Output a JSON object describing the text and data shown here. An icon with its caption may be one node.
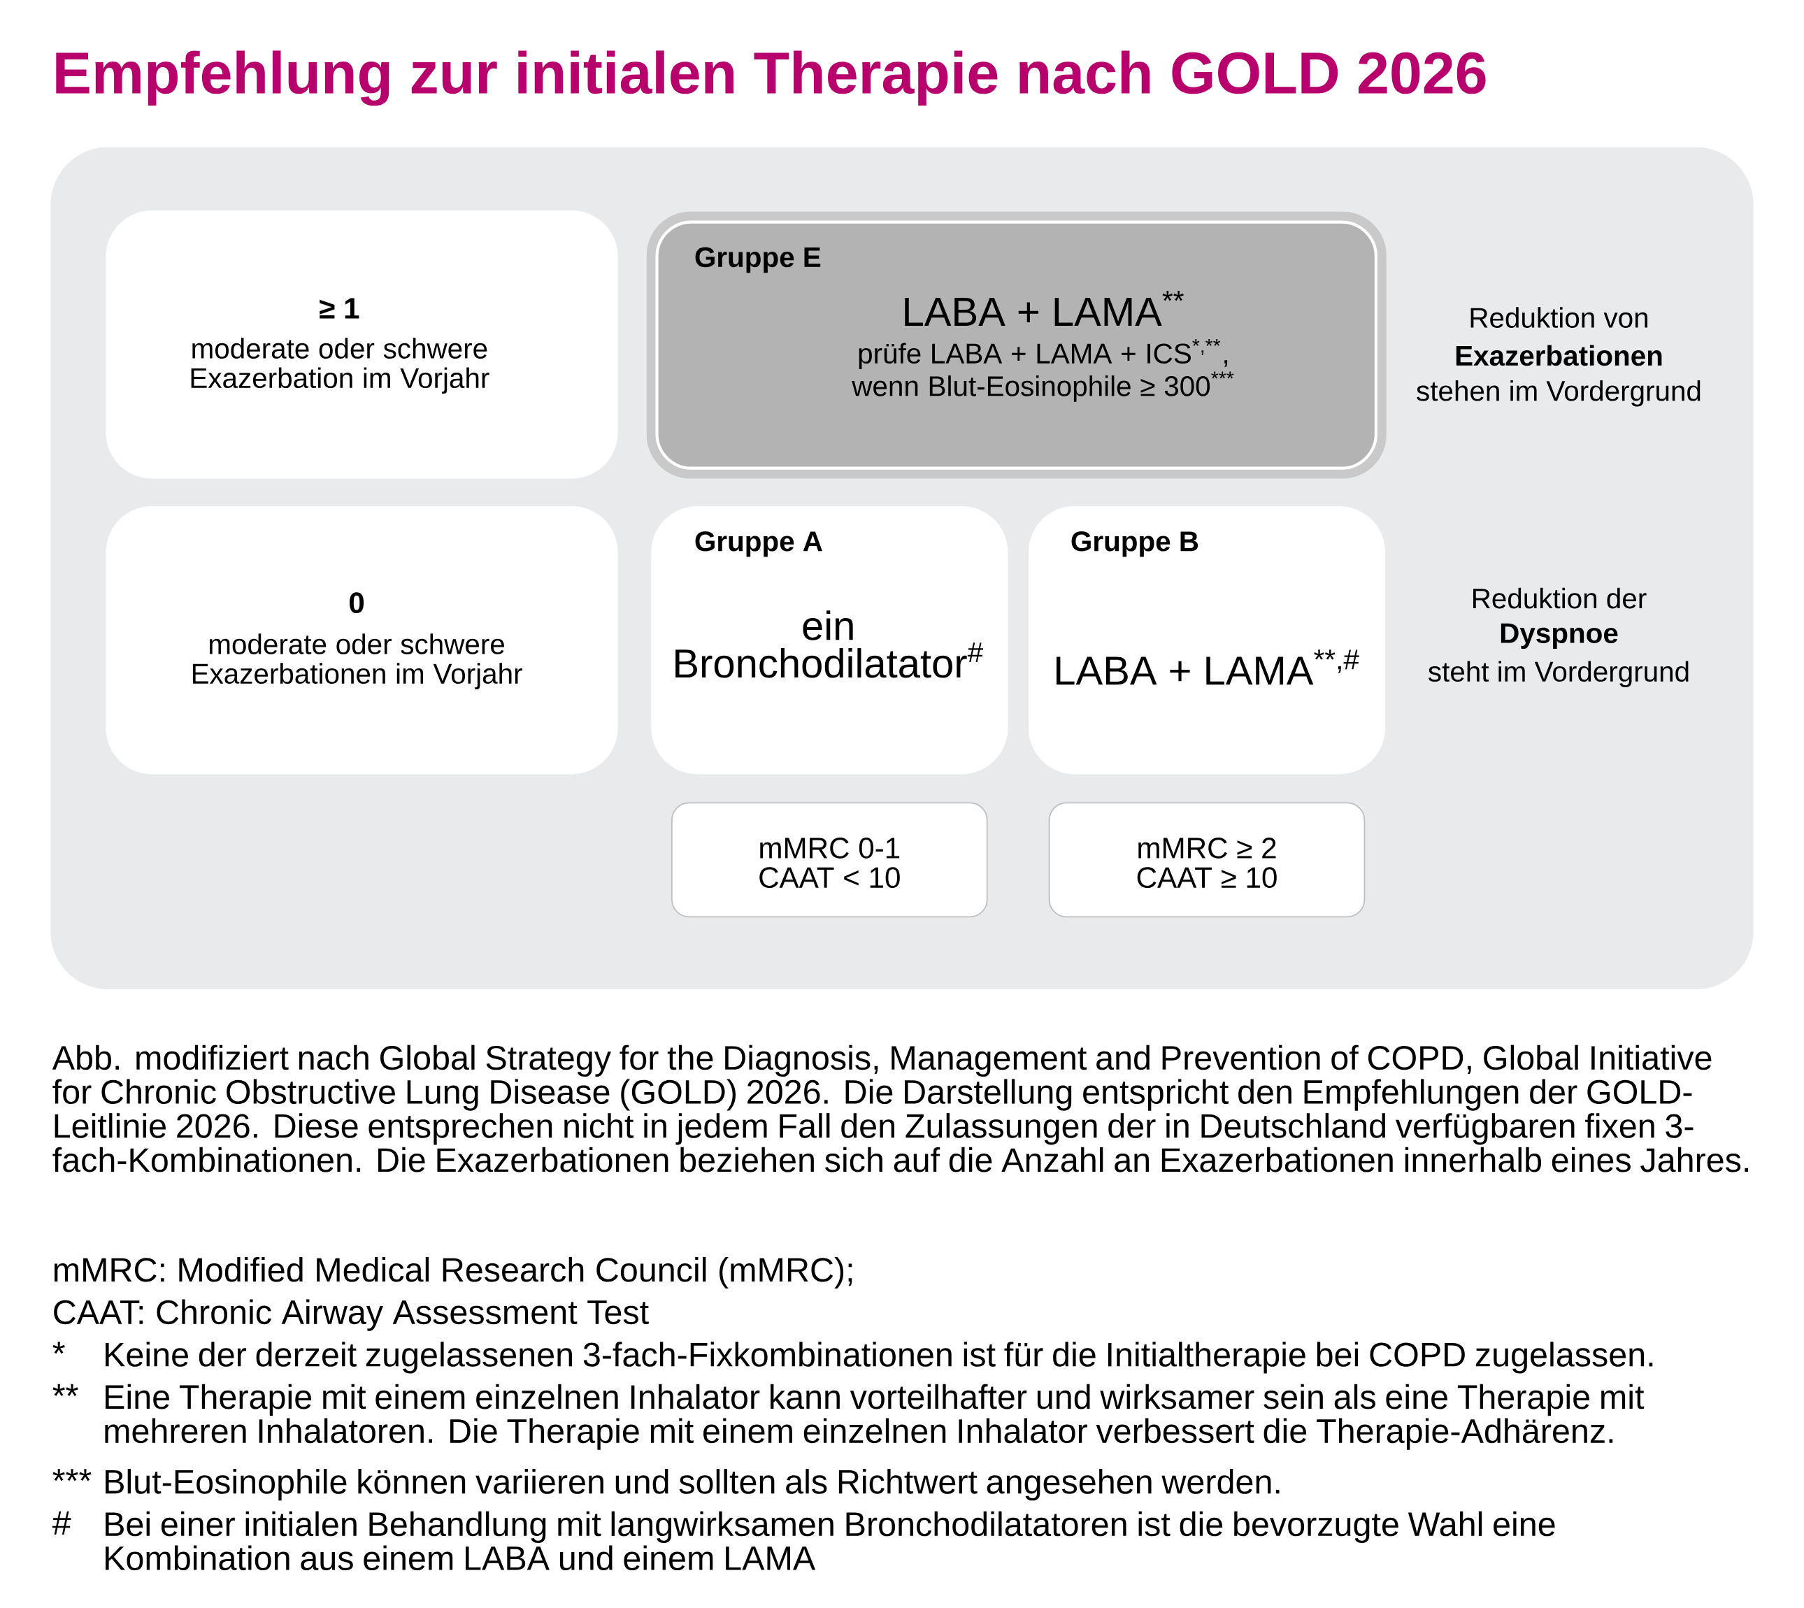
{
  "diagram": {
    "title": "Empfehlung zur initialen Therapie nach GOLD 2026",
    "nodes": [
      {
        "text": [
          "≥ 1",
          "moderate oder schwere Exazerbation im Vorjahr"
        ]
      },
      {
        "text": [
          "Gruppe E",
          "LABA + LAMA$^{**}$",
          "prüfe LABA + LAMA + ICS$^{*,**}$, wenn Blut-Eosinophile ≥ 300$^{***}$"
        ]
      },
      {
        "text": [
          "0",
          "moderate oder schwere Exazerbationen im Vorjahr"
        ]
      },
      {
        "text": [
          "Gruppe A",
          "ein Bronchodilatator$^{#}$"
        ]
      },
      {
        "text": [
          "Gruppe B",
          "LABA + LAMA$^{**,#}$"
        ]
      },
      {
        "text": [
          "mMRC 0-1 CAAT < 10"
        ]
      },
      {
        "text": [
          "mMRC ≥ 2 CAAT ≥ 10"
        ]
      }
    ],
    "labels": [
      "Reduktion von",
      "Exazerbationen",
      "stehen im Vordergrund",
      "Reduktion der",
      "Dyspnoe",
      "steht im Vordergrund",
      "mMRC: Modified Medical Research Council (mMRC);",
      "CAAT: Chronic Airway Assessment Test",
      "*",
      "Keine der derzeit zugelassenen 3-fach-Fixkombinationen ist für die Initialtherapie bei COPD zugelassen.",
      "**",
      "Eine Therapie mit einem einzelnen Inhalator kann vorteilhafter und wirksamer sein als eine Therapie mit mehreren Inhalatoren. Die Therapie mit einem einzelnen Inhalator verbessert die Therapie-Adhärenz.",
      "***",
      "Blut-Eosinophile können variieren und sollten als Richtwert angesehen werden.",
      "#",
      "Bei einer initialen Behandlung mit langwirksamen Bronchodilatatoren ist die bevorzugte Wahl eine Kombination aus einem LABA und einem LAMA"
    ],
    "caption": "Abb. modifiziert nach Global Strategy for the Diagnosis, Management and Prevention of COPD, Global Initiative for Chronic Obstructive Lung Disease (GOLD) 2026. Die Darstellung entspricht den Empfehlungen der GOLD-Leitlinie 2026. Diese entsprechen nicht in jedem Fall den Zulassungen der in Deutschland verfügbaren fixen 3-fach-Kombinationen. Die Exazerbationen beziehen sich auf die Anzahl an Exazerbationen innerhalb eines Jahres."
  }
}
